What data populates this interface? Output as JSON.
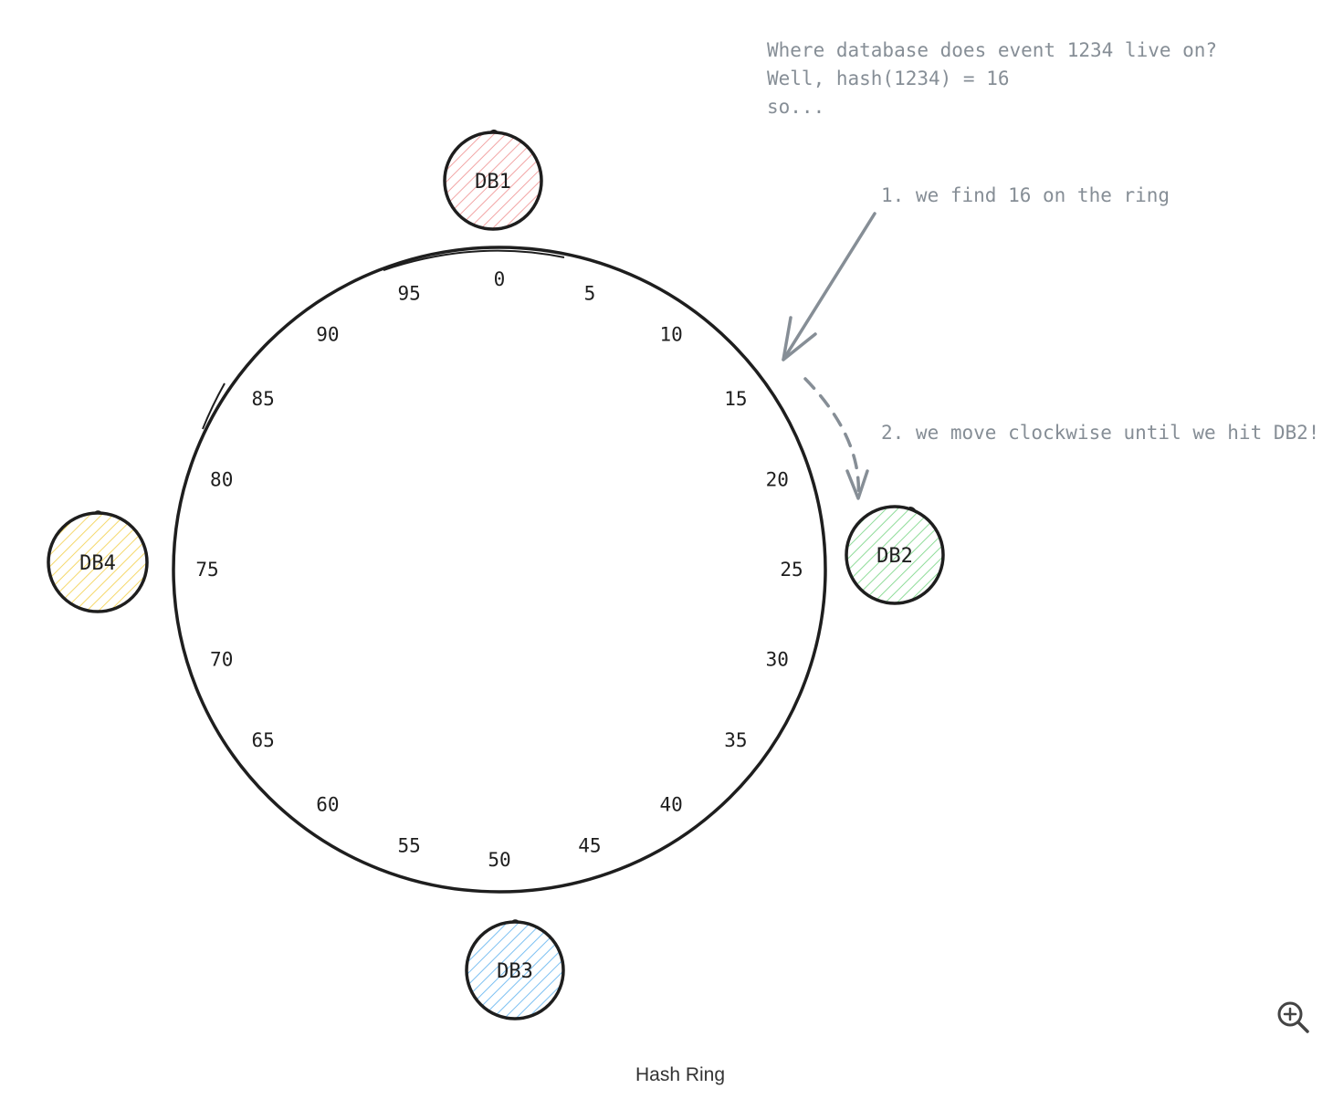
{
  "notes": {
    "question_line1": "Where database does event 1234 live on?",
    "question_line2": "Well, hash(1234) = 16",
    "question_line3": "so...",
    "step1": "1. we find 16 on the ring",
    "step2": "2. we move clockwise until we hit DB2!"
  },
  "ring": {
    "ticks": [
      "0",
      "5",
      "10",
      "15",
      "20",
      "25",
      "30",
      "35",
      "40",
      "45",
      "50",
      "55",
      "60",
      "65",
      "70",
      "75",
      "80",
      "85",
      "90",
      "95"
    ]
  },
  "databases": [
    {
      "label": "DB1",
      "color": "#ffc9c9",
      "hatch": "#f2a5a5"
    },
    {
      "label": "DB2",
      "color": "#b2f2bb",
      "hatch": "#8fdc99"
    },
    {
      "label": "DB3",
      "color": "#a5d8ff",
      "hatch": "#7cc0f2"
    },
    {
      "label": "DB4",
      "color": "#ffec99",
      "hatch": "#f5d86a"
    }
  ],
  "caption": "Hash Ring",
  "colors": {
    "ink": "#1e1e1e",
    "annotation": "#868e96"
  },
  "icons": {
    "zoom": "zoom-in-icon"
  }
}
